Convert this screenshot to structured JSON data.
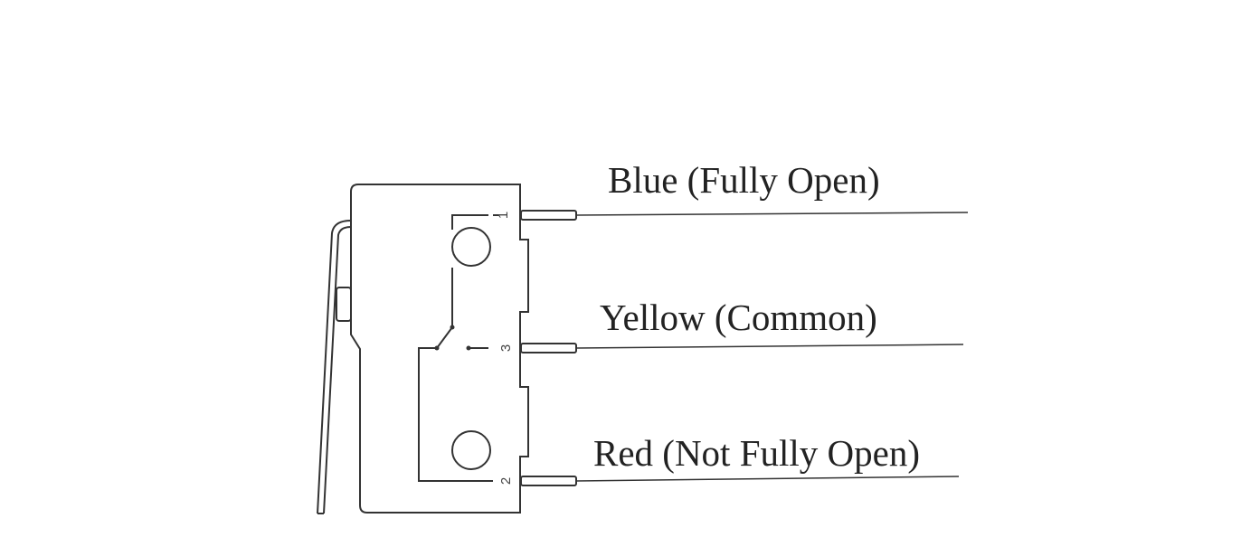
{
  "labels": {
    "blue": "Blue (Fully Open)",
    "yellow": "Yellow (Common)",
    "red": "Red (Not Fully Open)"
  },
  "pins": {
    "p1": "1",
    "p3": "3",
    "p2": "2"
  }
}
